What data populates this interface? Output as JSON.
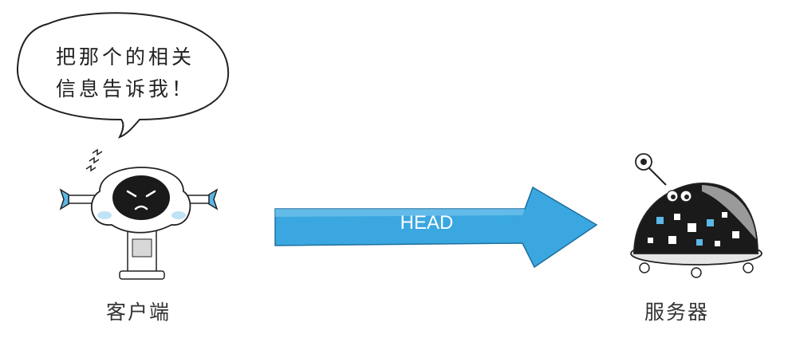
{
  "speech_bubble": {
    "text": "把那个的相关\n信息告诉我！"
  },
  "client": {
    "label": "客户端"
  },
  "server": {
    "label": "服务器"
  },
  "request": {
    "method": "HEAD"
  },
  "colors": {
    "arrow": "#3aa7e0",
    "arrow_dark": "#1e6f9e",
    "robot_face": "#1a1a1a",
    "accent_blue": "#5cb8e6"
  }
}
